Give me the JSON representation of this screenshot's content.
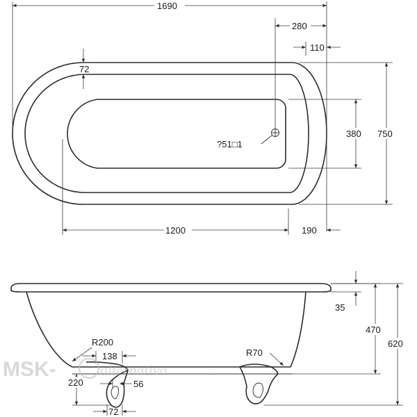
{
  "drawing": {
    "top_view": {
      "overall_length": "1690",
      "waste_offset": "280",
      "rim_offset": "110",
      "rim_width": "72",
      "inner_width": "380",
      "overall_width": "750",
      "waste_label": "?51□1",
      "inner_length": "1200",
      "end_offset": "190"
    },
    "side_view": {
      "rim_thickness": "35",
      "depth": "470",
      "overall_height": "620",
      "radius_large": "R200",
      "radius_small": "R70",
      "foot_spacing": "138",
      "foot_height": "220",
      "foot_offset": "56",
      "foot_width": "72"
    },
    "watermark": {
      "brand": "MSK-",
      "script": "alternativa",
      "suffix": ".ru"
    }
  }
}
